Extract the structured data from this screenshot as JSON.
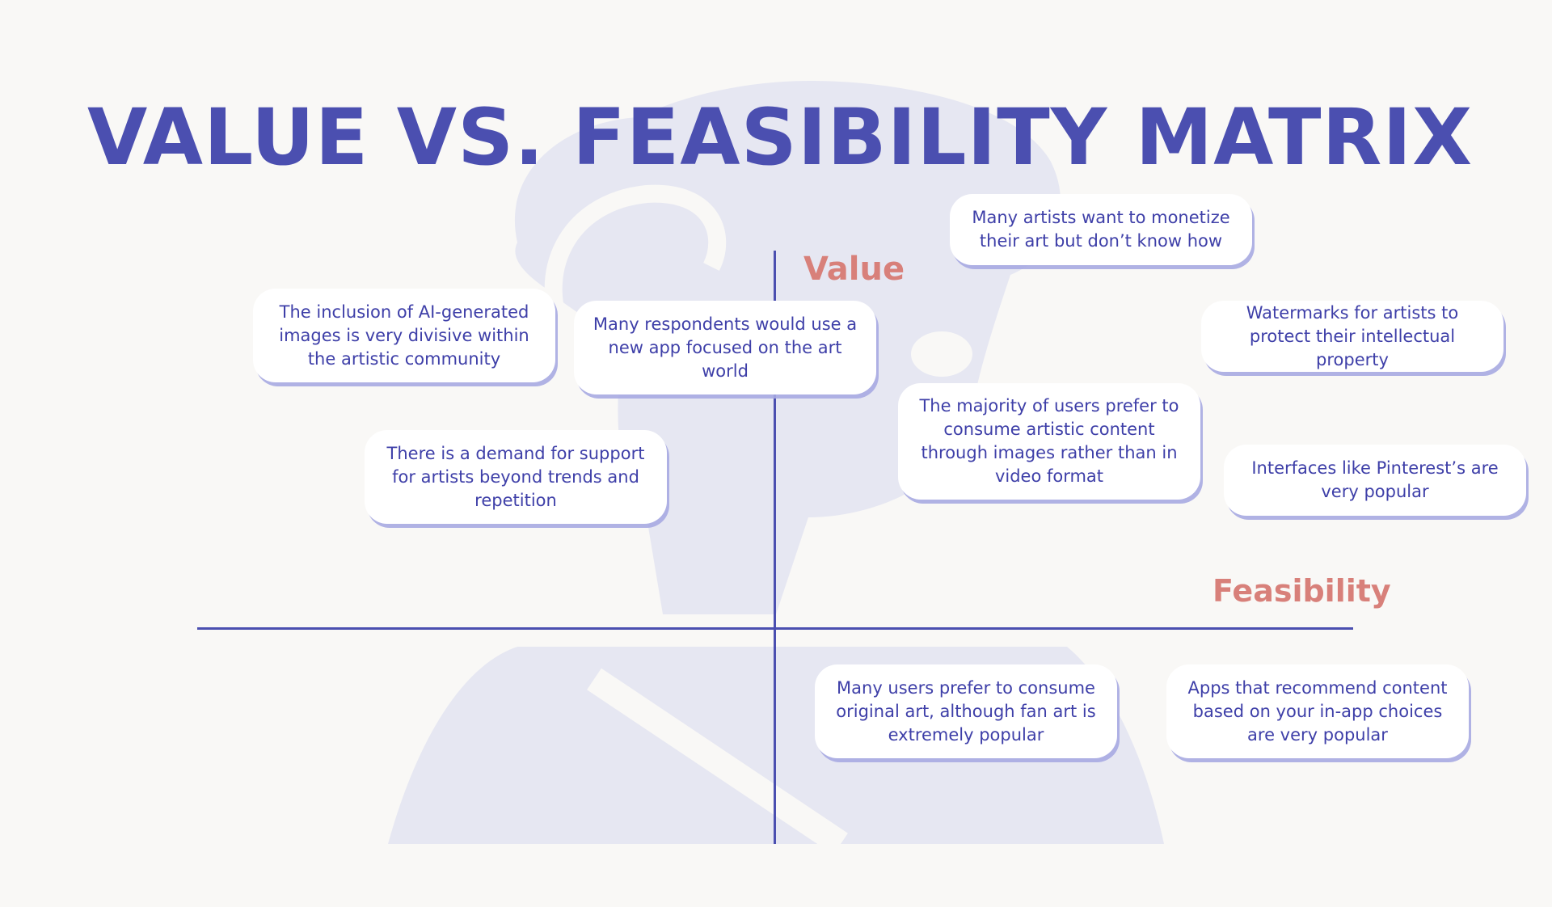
{
  "title": "VALUE VS. FEASIBILITY MATRIX",
  "axes": {
    "value_label": "Value",
    "feasibility_label": "Feasibility"
  },
  "colors": {
    "background": "#f9f8f6",
    "primary": "#4b4fb0",
    "accent": "#d8807a",
    "silhouette": "#e6e7f2",
    "note_text": "#3e3fa8",
    "note_shadow": "#a7aae2"
  },
  "notes": [
    "Many artists want to monetize their art but don’t know how",
    "The inclusion of AI-generated images is very divisive within the artistic community",
    "Many respondents would use a new app focused on the art world",
    "Watermarks for artists to protect their intellectual property",
    "The majority of users prefer to consume artistic content through images rather than in video format",
    "There is a demand for support for artists beyond trends and repetition",
    "Interfaces like Pinterest’s are very popular",
    "Many users prefer to consume original art, although fan art is extremely popular",
    "Apps that recommend content based on your in-app choices are very popular"
  ]
}
